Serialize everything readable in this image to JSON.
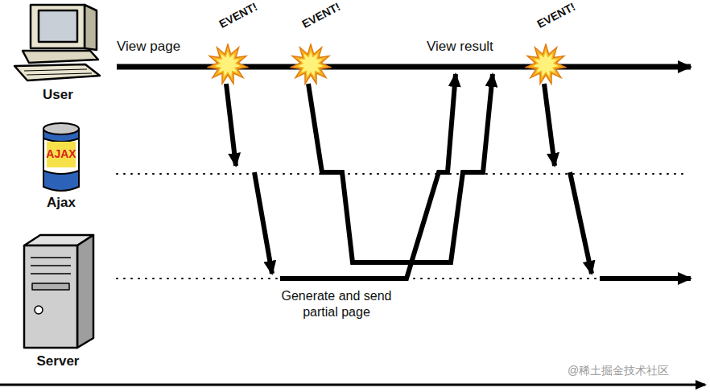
{
  "diagram": {
    "nodes": [
      {
        "text": [
          "EVENT!"
        ]
      },
      {
        "text": [
          "EVENT!"
        ]
      },
      {
        "text": [
          "EVENT!"
        ]
      }
    ],
    "labels": [
      "User",
      "Ajax",
      "Server",
      "AJAX",
      "View page",
      "View result",
      "Generate and send partial page",
      "@稀土掘金技术社区"
    ]
  }
}
